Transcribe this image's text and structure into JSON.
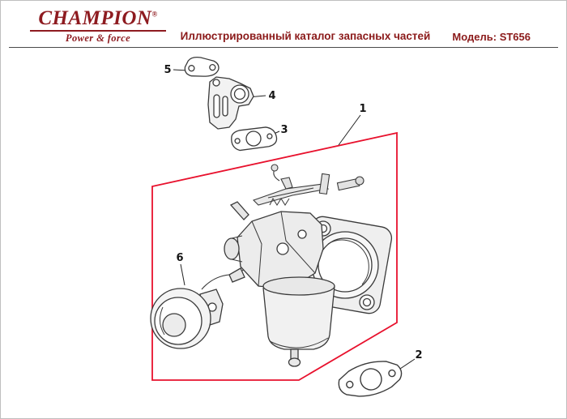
{
  "page": {
    "background": "#ffffff",
    "border_color": "#bfbfbf"
  },
  "header": {
    "logo": {
      "brand": "CHAMPION",
      "registered_mark": "®",
      "tagline": "Power & force",
      "color": "#8e1b20"
    },
    "title": "Иллюстрированный каталог запасных частей",
    "model": "Модель: ST656",
    "text_color": "#8b1a1a",
    "divider_color": "#4a4a4a"
  },
  "diagram": {
    "highlight_color": "#e8112d",
    "line_color": "#3a3a3a",
    "callouts": [
      {
        "label": "1"
      },
      {
        "label": "2"
      },
      {
        "label": "3"
      },
      {
        "label": "4"
      },
      {
        "label": "5"
      },
      {
        "label": "6"
      }
    ]
  }
}
